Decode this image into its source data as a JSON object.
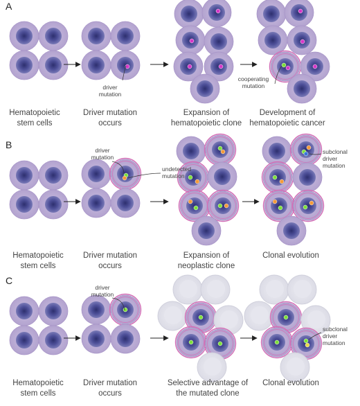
{
  "colors": {
    "cell_membrane": "#b9a9d4",
    "cell_nucleus": "#4d4f95",
    "mutant_ring": "#d26fb6",
    "driver_dot_A": "#d637c8",
    "driver_dot_green": "#7ee03a",
    "orange_dot": "#f39a3a",
    "faded_cell": "#e1e1ea",
    "arrow": "#222222"
  },
  "panels": [
    {
      "letter": "A",
      "captions": [
        [
          "Hematopoietic",
          "stem cells"
        ],
        [
          "Driver mutation",
          "occurs"
        ],
        [
          "Expansion of",
          "hematopoietic clone"
        ],
        [
          "Development of",
          "hematopoietic cancer"
        ]
      ],
      "labels": {
        "driver": [
          "driver",
          "mutation"
        ],
        "cooperating": [
          "cooperating",
          "mutation"
        ]
      }
    },
    {
      "letter": "B",
      "captions": [
        [
          "Hematopoietic",
          "stem cells"
        ],
        [
          "Driver mutation",
          "occurs"
        ],
        [
          "Expansion of",
          "neoplastic clone"
        ],
        [
          "Clonal evolution"
        ]
      ],
      "labels": {
        "driver": [
          "driver",
          "mutation"
        ],
        "undetected": [
          "undetected",
          "mutation"
        ],
        "subclonal": [
          "subclonal",
          "driver",
          "mutation"
        ]
      }
    },
    {
      "letter": "C",
      "captions": [
        [
          "Hematopoietic",
          "stem cells"
        ],
        [
          "Driver mutation",
          "occurs"
        ],
        [
          "Selective advantage of",
          "the mutated clone"
        ],
        [
          "Clonal evolution"
        ]
      ],
      "labels": {
        "driver": [
          "driver",
          "mutation"
        ],
        "subclonal": [
          "subclonal",
          "driver",
          "mutation"
        ]
      }
    }
  ]
}
